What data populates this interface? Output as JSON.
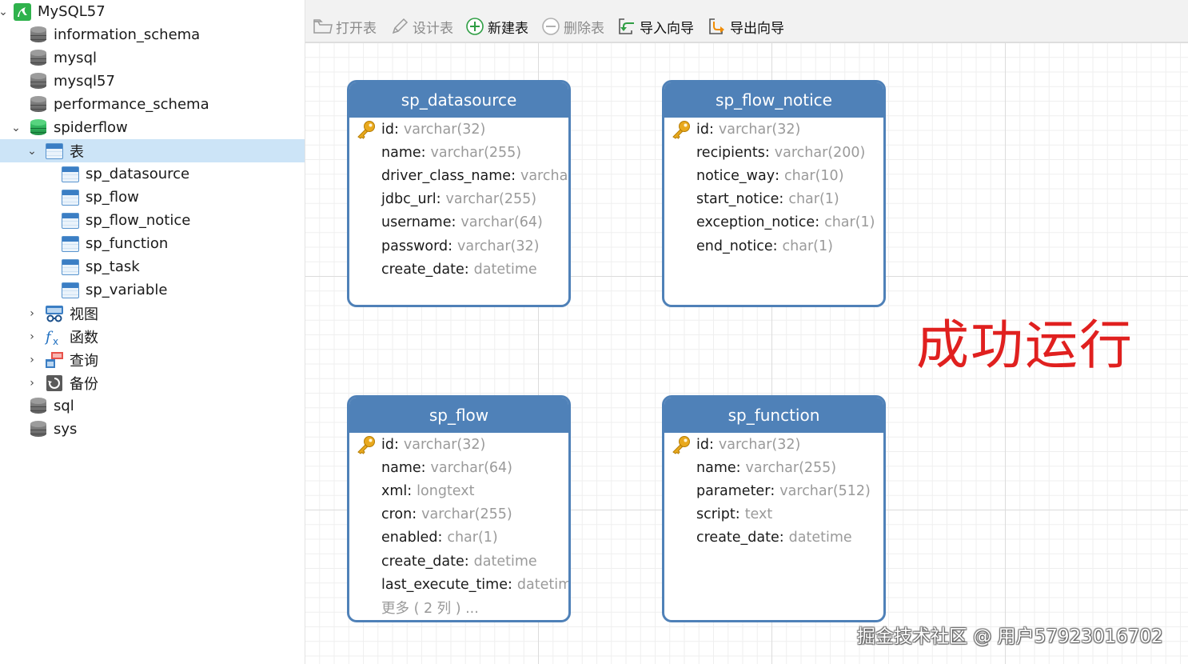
{
  "sidebar": {
    "connection": "MySQL57",
    "databases": [
      {
        "label": "information_schema"
      },
      {
        "label": "mysql"
      },
      {
        "label": "mysql57"
      },
      {
        "label": "performance_schema"
      },
      {
        "label": "spiderflow"
      }
    ],
    "tables_folder": "表",
    "tables": [
      {
        "label": "sp_datasource"
      },
      {
        "label": "sp_flow"
      },
      {
        "label": "sp_flow_notice"
      },
      {
        "label": "sp_function"
      },
      {
        "label": "sp_task"
      },
      {
        "label": "sp_variable"
      }
    ],
    "folders": [
      {
        "label": "视图",
        "icon": "view-icon"
      },
      {
        "label": "函数",
        "icon": "function-icon"
      },
      {
        "label": "查询",
        "icon": "query-icon"
      },
      {
        "label": "备份",
        "icon": "backup-icon"
      }
    ],
    "databases_after": [
      {
        "label": "sql"
      },
      {
        "label": "sys"
      }
    ]
  },
  "toolbar": {
    "open_table": "打开表",
    "design_table": "设计表",
    "new_table": "新建表",
    "delete_table": "删除表",
    "import_wizard": "导入向导",
    "export_wizard": "导出向导"
  },
  "er_tables": [
    {
      "name": "sp_datasource",
      "fields": [
        {
          "name": "id",
          "type": "varchar(32)",
          "key": true
        },
        {
          "name": "name",
          "type": "varchar(255)"
        },
        {
          "name": "driver_class_name",
          "type": "varchar..."
        },
        {
          "name": "jdbc_url",
          "type": "varchar(255)"
        },
        {
          "name": "username",
          "type": "varchar(64)"
        },
        {
          "name": "password",
          "type": "varchar(32)"
        },
        {
          "name": "create_date",
          "type": "datetime"
        }
      ]
    },
    {
      "name": "sp_flow_notice",
      "fields": [
        {
          "name": "id",
          "type": "varchar(32)",
          "key": true
        },
        {
          "name": "recipients",
          "type": "varchar(200)"
        },
        {
          "name": "notice_way",
          "type": "char(10)"
        },
        {
          "name": "start_notice",
          "type": "char(1)"
        },
        {
          "name": "exception_notice",
          "type": "char(1)"
        },
        {
          "name": "end_notice",
          "type": "char(1)"
        }
      ]
    },
    {
      "name": "sp_flow",
      "fields": [
        {
          "name": "id",
          "type": "varchar(32)",
          "key": true
        },
        {
          "name": "name",
          "type": "varchar(64)"
        },
        {
          "name": "xml",
          "type": "longtext"
        },
        {
          "name": "cron",
          "type": "varchar(255)"
        },
        {
          "name": "enabled",
          "type": "char(1)"
        },
        {
          "name": "create_date",
          "type": "datetime"
        },
        {
          "name": "last_execute_time",
          "type": "datetime"
        }
      ],
      "more": "更多 ( 2 列 ) ..."
    },
    {
      "name": "sp_function",
      "fields": [
        {
          "name": "id",
          "type": "varchar(32)",
          "key": true
        },
        {
          "name": "name",
          "type": "varchar(255)"
        },
        {
          "name": "parameter",
          "type": "varchar(512)"
        },
        {
          "name": "script",
          "type": "text"
        },
        {
          "name": "create_date",
          "type": "datetime"
        }
      ]
    }
  ],
  "overlay": {
    "success": "成功运行",
    "watermark": "掘金技术社区 @ 用户57923016702"
  },
  "colors": {
    "header_blue": "#4f81b8",
    "selection": "#cce4f7",
    "success_red": "#e0201f"
  }
}
